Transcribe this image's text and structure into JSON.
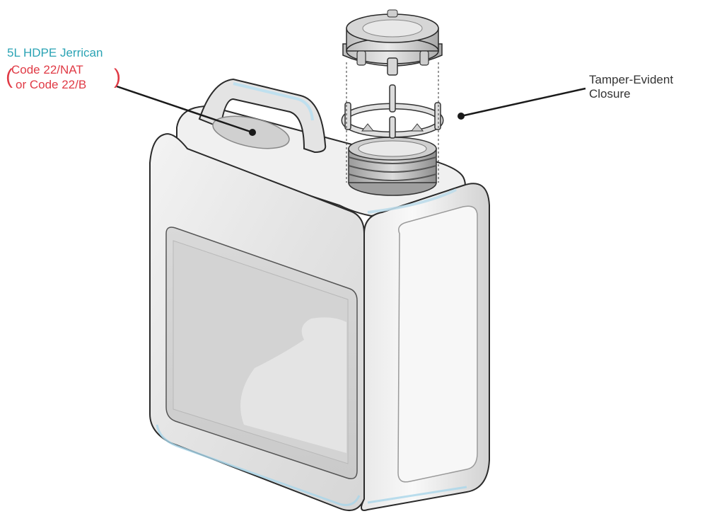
{
  "labels": {
    "jerrican_title": "5L HDPE Jerrican",
    "code_line_1": "Code 22/NAT",
    "code_line_2": "or Code 22/B",
    "closure_line_1": "Tamper-Evident",
    "closure_line_2": "Closure"
  },
  "colors": {
    "title": "#2aa3b4",
    "codes": "#e03a45",
    "closure_text": "#333333",
    "leader_line": "#1a1a1a"
  }
}
